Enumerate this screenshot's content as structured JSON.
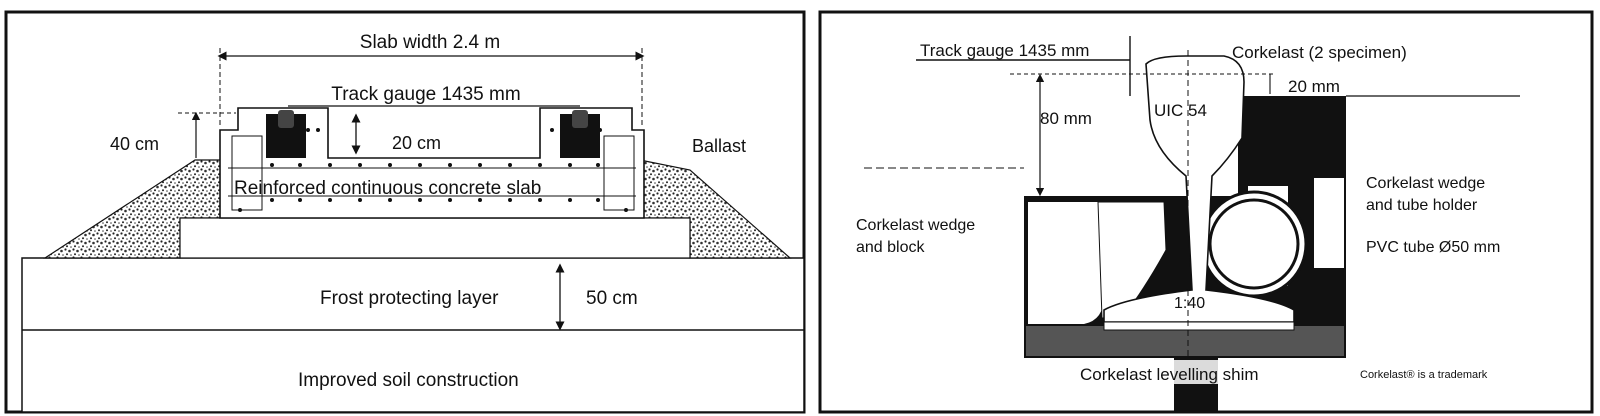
{
  "left_panel": {
    "slab_width": "Slab width 2.4 m",
    "track_gauge": "Track gauge 1435 mm",
    "slab_height": "40 cm",
    "rail_height": "20 cm",
    "ballast": "Ballast",
    "slab": "Reinforced continuous concrete slab",
    "frost_layer": "Frost protecting layer",
    "frost_thickness": "50 cm",
    "soil": "Improved soil construction"
  },
  "right_panel": {
    "track_gauge": "Track gauge 1435 mm",
    "corkelast_specimen": "Corkelast (2 specimen)",
    "depth_20": "20 mm",
    "depth_80": "80 mm",
    "rail_type": "UIC 54",
    "inclination": "1:40",
    "wedge_tube_line1": "Corkelast wedge",
    "wedge_tube_line2": "and tube holder",
    "wedge_block_line1": "Corkelast wedge",
    "wedge_block_line2": "and block",
    "pvc_tube": "PVC tube Ø50 mm",
    "shim": "Corkelast levelling shim",
    "trademark": "Corkelast® is a trademark"
  }
}
